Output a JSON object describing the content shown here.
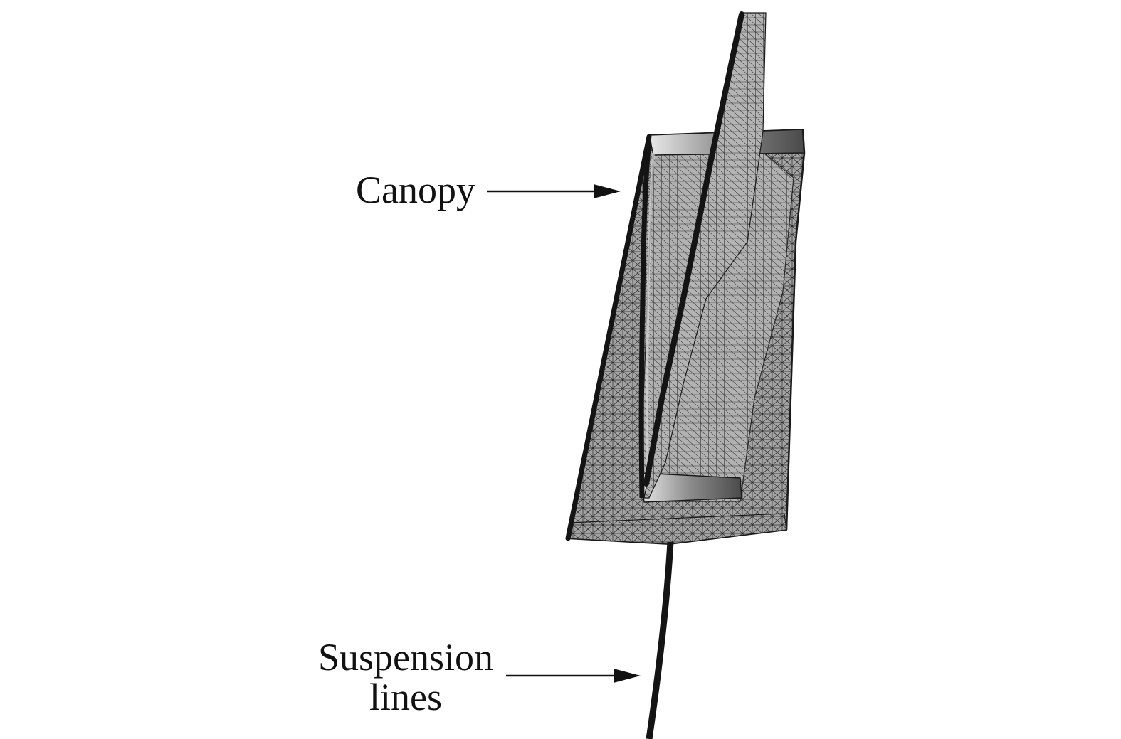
{
  "diagram": {
    "labels": {
      "canopy": "Canopy",
      "suspension_line_1": "Suspension",
      "suspension_line_2": "lines"
    },
    "colors": {
      "mesh_fill": "#9a9a9a",
      "mesh_fill_light": "#b8b8b8",
      "mesh_lines": "#2a2a2a",
      "edge": "#141414",
      "text": "#111111"
    }
  }
}
